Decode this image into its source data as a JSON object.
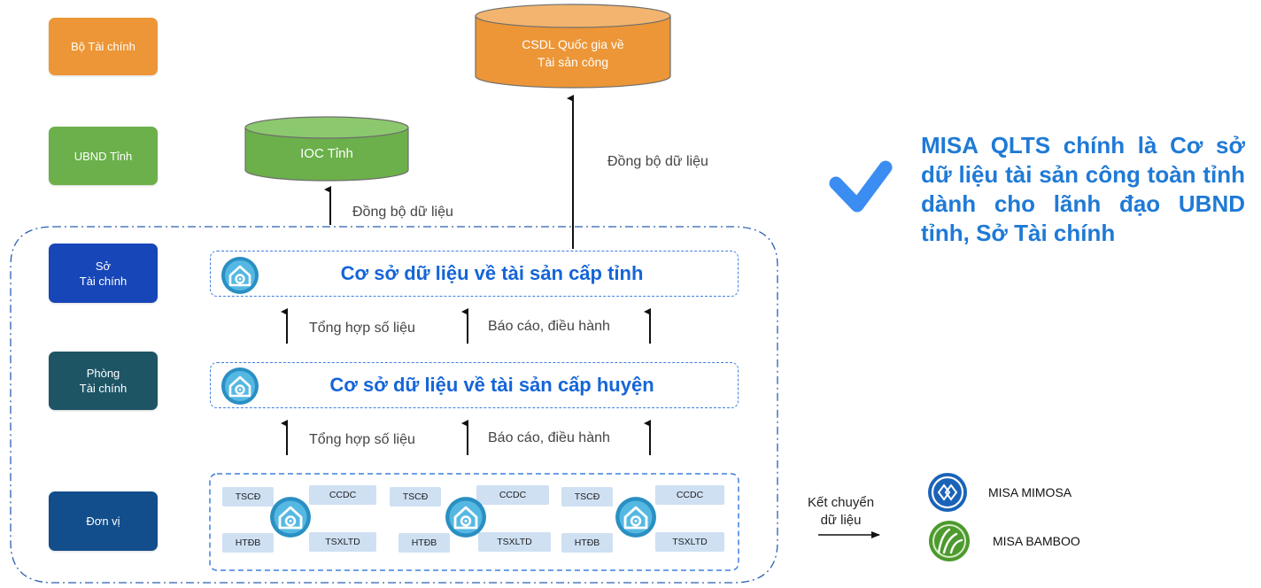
{
  "levels": {
    "bo_tai_chinh": "Bộ Tài chính",
    "ubnd_tinh": "UBND Tỉnh",
    "so_tai_chinh": "Sở\nTài chính",
    "phong_tai_chinh": "Phòng\nTài chính",
    "don_vi": "Đơn vị"
  },
  "databases": {
    "csdl_quoc_gia": "CSDL Quốc gia về\nTài sản công",
    "ioc_tinh": "IOC Tỉnh"
  },
  "flows": {
    "sync_left": "Đồng bộ dữ liệu",
    "sync_right": "Đồng bộ dữ liệu",
    "aggregate_1": "Tổng hợp số liệu",
    "report_1": "Báo cáo, điều hành",
    "aggregate_2": "Tổng hợp số liệu",
    "report_2": "Báo cáo, điều hành",
    "transfer": "Kết chuyển\ndữ liệu"
  },
  "tiers": {
    "province_db": "Cơ sở dữ liệu về tài sản cấp tỉnh",
    "district_db": "Cơ sở dữ liệu về tài sản cấp huyện"
  },
  "unit_chips": {
    "tscd": "TSCĐ",
    "ccdc": "CCDC",
    "htdb": "HTĐB",
    "tsxltd": "TSXLTD"
  },
  "highlight": "MISA QLTS chính là Cơ sở dữ liệu tài sản công toàn tỉnh dành cho lãnh đạo UBND tỉnh, Sở Tài chính",
  "products": {
    "mimosa": "MISA MIMOSA",
    "bamboo": "MISA BAMBOO"
  },
  "colors": {
    "orange": "#ec9637",
    "green": "#6bb04a",
    "blue_dark": "#1746b8",
    "teal_dark": "#1e5565",
    "navy": "#124e8c",
    "accent_blue": "#1f7ad6",
    "check_blue": "#3b8df2"
  }
}
